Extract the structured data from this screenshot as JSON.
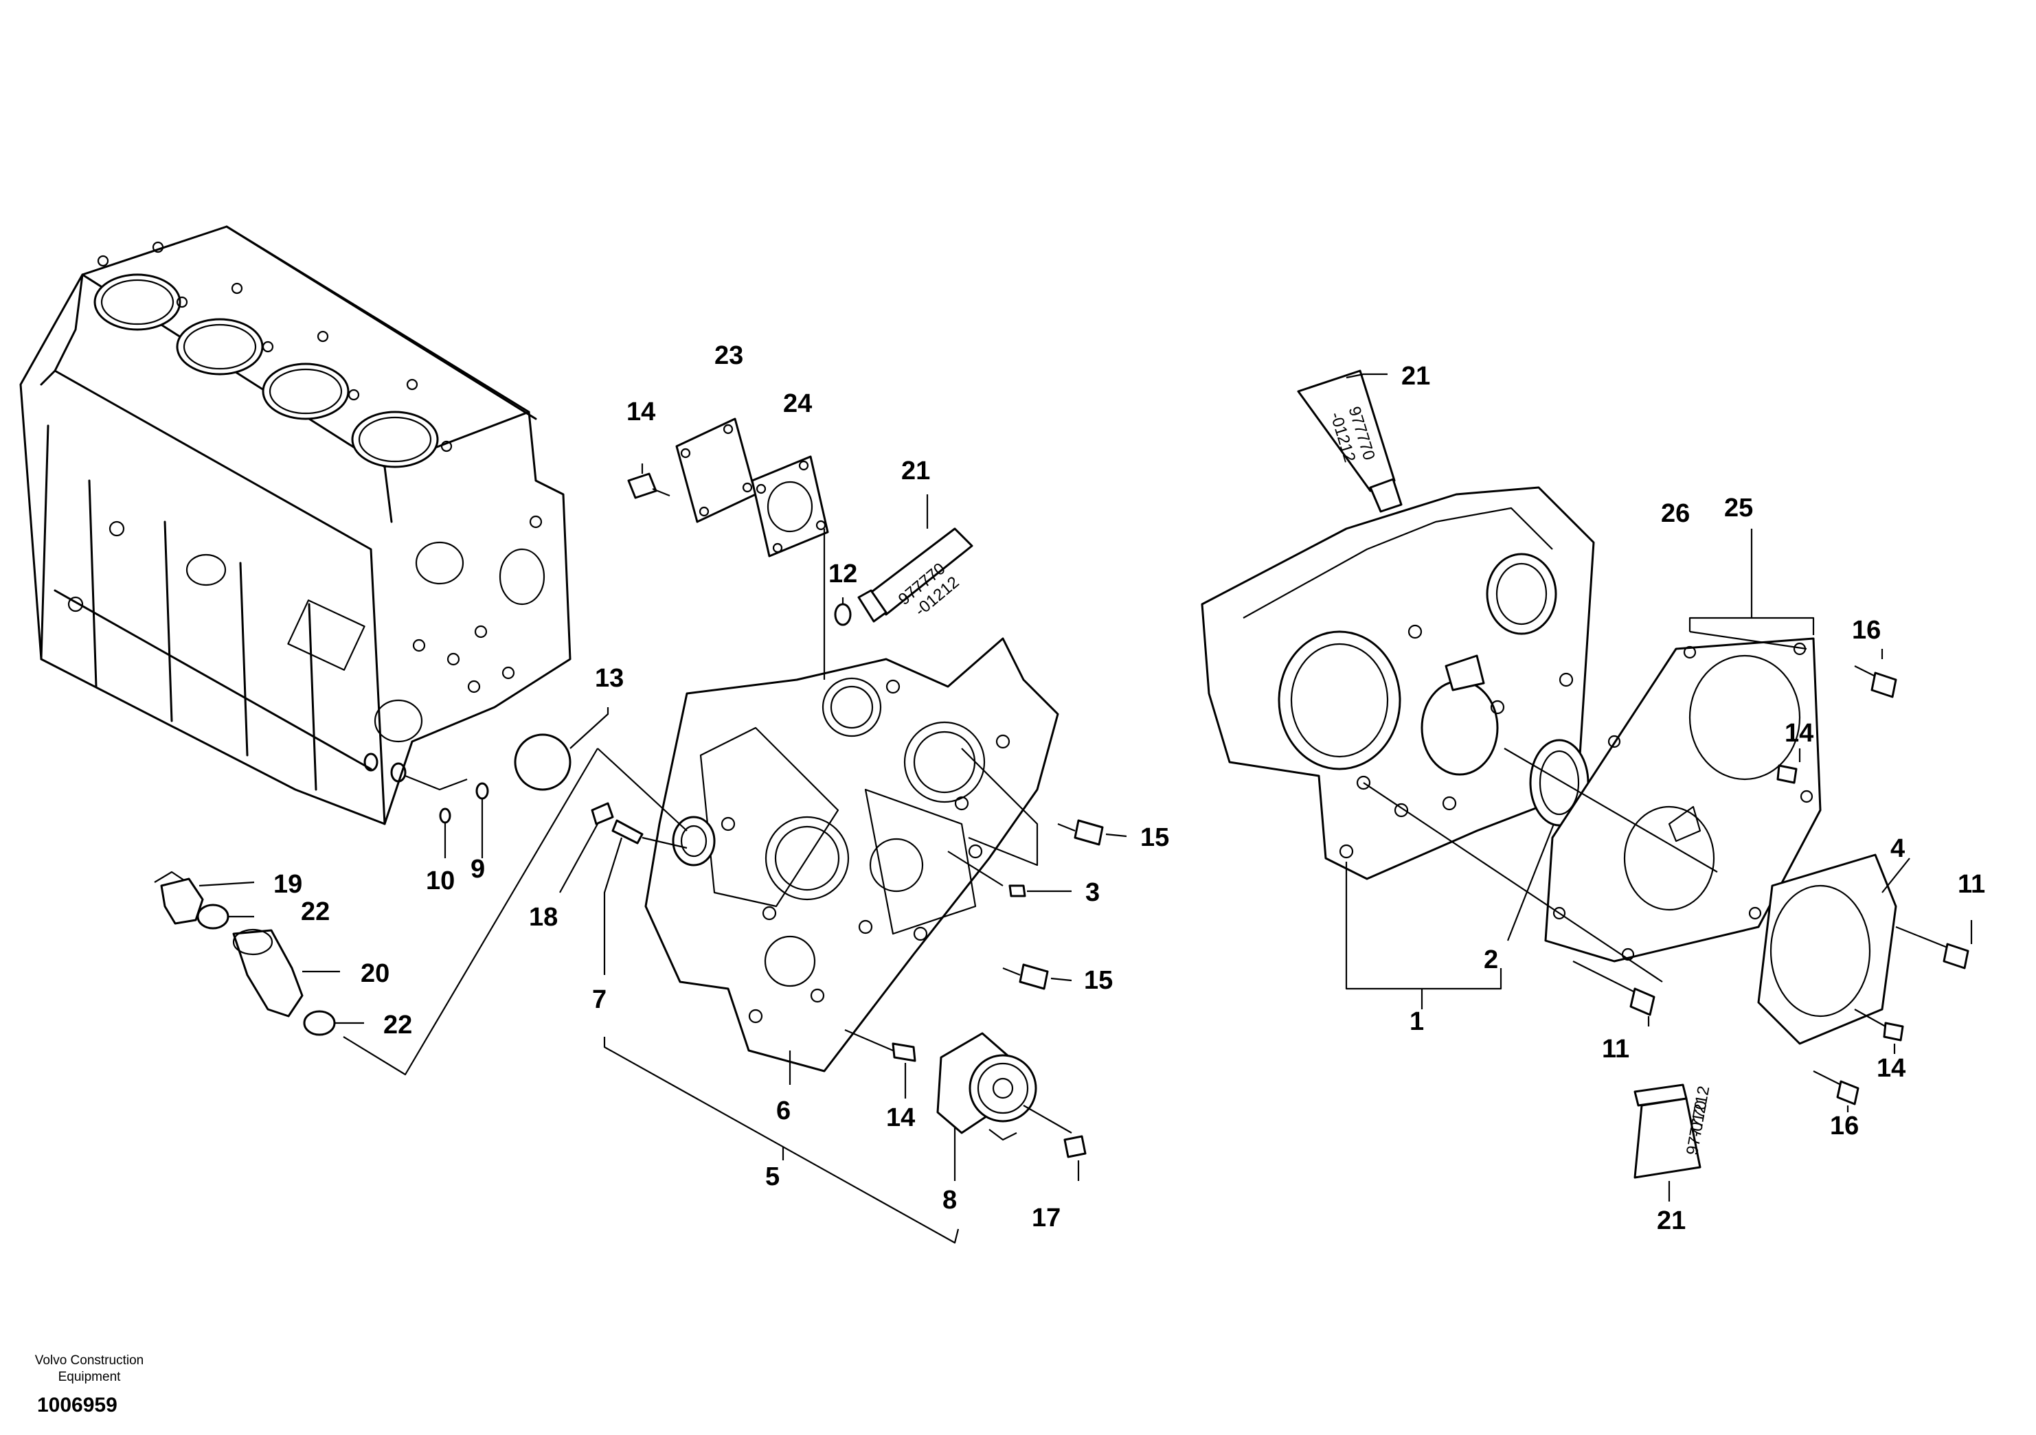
{
  "callouts": {
    "c1": "1",
    "c2": "2",
    "c3": "3",
    "c4": "4",
    "c5": "5",
    "c6": "6",
    "c7": "7",
    "c8": "8",
    "c9": "9",
    "c10": "10",
    "c11": "11",
    "c12": "12",
    "c13": "13",
    "c14": "14",
    "c15": "15",
    "c16": "16",
    "c17": "17",
    "c18": "18",
    "c19": "19",
    "c20": "20",
    "c21": "21",
    "c22": "22",
    "c23": "23",
    "c24": "24",
    "c25": "25",
    "c26": "26"
  },
  "tube": {
    "code_line1": "977770",
    "code_line2": "-01212"
  },
  "footer": {
    "company_line1": "Volvo Construction",
    "company_line2": "Equipment",
    "document_number": "1006959"
  }
}
